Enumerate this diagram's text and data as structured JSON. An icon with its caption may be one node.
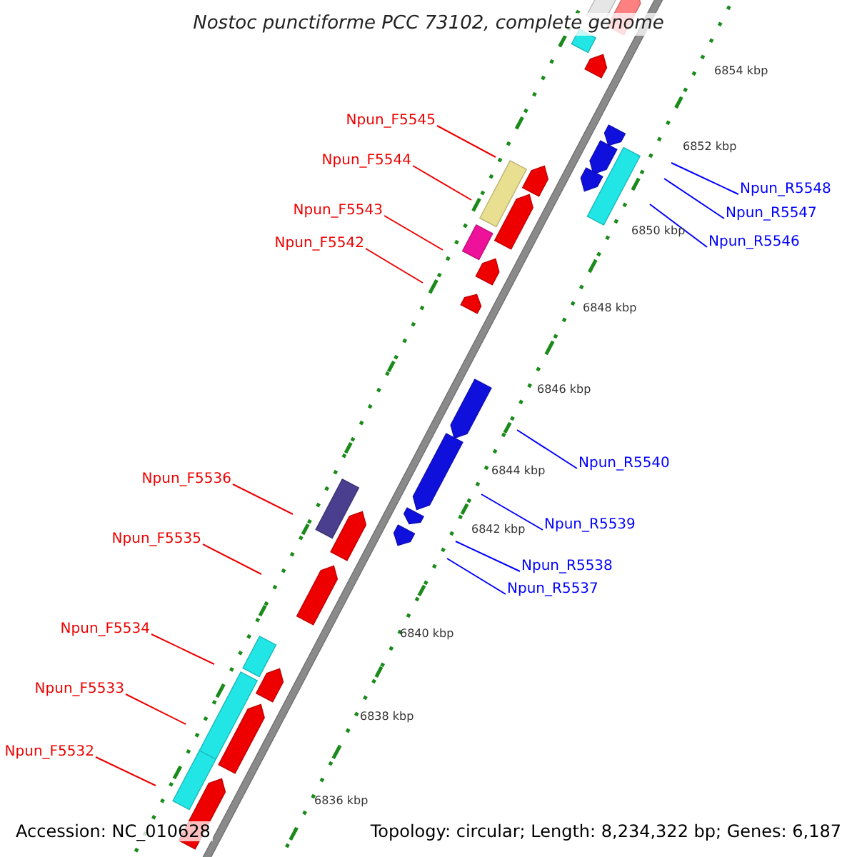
{
  "diagram": {
    "title": "Nostoc punctiforme PCC 73102, complete genome",
    "nodes": [
      {
        "text": [
          "Npun_F5545"
        ]
      },
      {
        "text": [
          "Npun_F5544"
        ]
      },
      {
        "text": [
          "Npun_R5548"
        ]
      },
      {
        "text": [
          "Npun_R5547"
        ]
      },
      {
        "text": [
          "Npun_F5543"
        ]
      },
      {
        "text": [
          "Npun_R5546"
        ]
      },
      {
        "text": [
          "Npun_F5542"
        ]
      },
      {
        "text": [
          "Npun_R5540"
        ]
      },
      {
        "text": [
          "Npun_F5536"
        ]
      },
      {
        "text": [
          "Npun_R5539"
        ]
      },
      {
        "text": [
          "Npun_R5538"
        ]
      },
      {
        "text": [
          "Npun_R5537"
        ]
      },
      {
        "text": [
          "Npun_F5535"
        ]
      },
      {
        "text": [
          "Npun_F5534"
        ]
      },
      {
        "text": [
          "Npun_F5533"
        ]
      },
      {
        "text": [
          "Npun_F5532"
        ]
      }
    ],
    "edges": [
      {
        "from": 0,
        "to": null,
        "arrow": "none"
      },
      {
        "from": 1,
        "to": null,
        "arrow": "none"
      },
      {
        "from": 2,
        "to": null,
        "arrow": "none",
        "color": "#0000ff"
      },
      {
        "from": 3,
        "to": null,
        "arrow": "none",
        "color": "#0000ff"
      },
      {
        "from": 4,
        "to": null,
        "arrow": "none"
      },
      {
        "from": 5,
        "to": null,
        "arrow": "none",
        "color": "#0000ff"
      },
      {
        "from": 6,
        "to": null,
        "arrow": "none"
      },
      {
        "from": 7,
        "to": null,
        "arrow": "none",
        "color": "#0000ff"
      },
      {
        "from": 8,
        "to": null,
        "arrow": "none"
      },
      {
        "from": 9,
        "to": null,
        "arrow": "none",
        "color": "#0000ff"
      },
      {
        "from": 10,
        "to": null,
        "arrow": "none",
        "color": "#0000ff"
      },
      {
        "from": 11,
        "to": null,
        "arrow": "none",
        "color": "#0000ff"
      },
      {
        "from": 12,
        "to": null,
        "arrow": "none"
      },
      {
        "from": 13,
        "to": null,
        "arrow": "none"
      },
      {
        "from": 14,
        "to": null,
        "arrow": "none"
      },
      {
        "from": 15,
        "to": null,
        "arrow": "none"
      }
    ],
    "labels": [
      "6854 kbp",
      "6852 kbp",
      "6850 kbp",
      "6848 kbp",
      "6846 kbp",
      "6844 kbp",
      "6842 kbp",
      "6840 kbp",
      "6838 kbp",
      "6836 kbp",
      "Accession: NC_010628",
      "Topology: circular; Length: 8,234,322 bp; Genes: 6,187"
    ]
  }
}
